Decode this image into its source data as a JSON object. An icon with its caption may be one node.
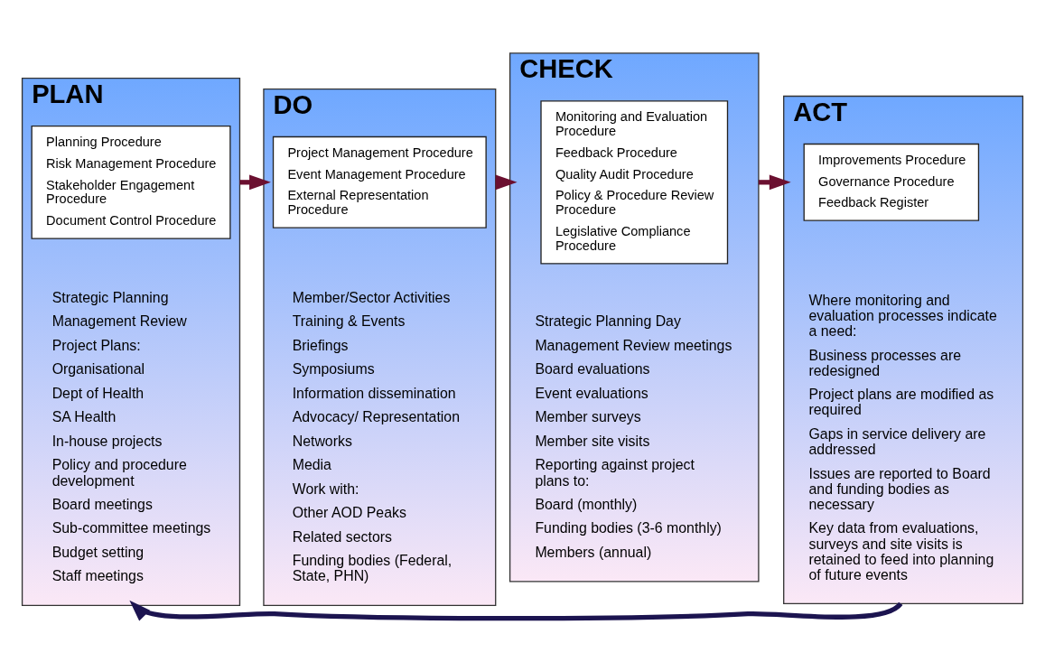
{
  "diagram": {
    "nodes": [
      {
        "text": [
          "PLAN",
          "Strategic Planning",
          "Management Review",
          "Project Plans:",
          "Organisational",
          "Dept of Health",
          "SA Health",
          "In-house projects",
          "Policy and procedure development",
          "Board meetings",
          "Sub-committee meetings",
          "Budget setting",
          "Staff meetings"
        ]
      },
      {
        "text": [
          "Planning Procedure",
          "Risk Management Procedure",
          "Stakeholder Engagement Procedure",
          "Document Control Procedure"
        ],
        "in": 0
      },
      {
        "text": [
          "DO",
          "Member/Sector Activities",
          "Training & Events",
          "Briefings",
          "Symposiums",
          "Information dissemination",
          "Advocacy/ Representation",
          "Networks",
          "Media",
          "Work with:",
          "Other AOD Peaks",
          "Related sectors",
          "Funding bodies (Federal, State, PHN)"
        ]
      },
      {
        "text": [
          "Project Management Procedure",
          "Event Management Procedure",
          "External Representation Procedure"
        ],
        "in": 2
      },
      {
        "text": [
          "CHECK",
          "Strategic Planning Day",
          "Management Review meetings",
          "Board evaluations",
          "Event evaluations",
          "Member surveys",
          "Member site visits",
          "Reporting against project plans to:",
          "Board (monthly)",
          "Funding bodies (3-6 monthly)",
          "Members (annual)"
        ]
      },
      {
        "text": [
          "Monitoring and Evaluation Procedure",
          "Feedback Procedure",
          "Quality Audit Procedure",
          "Policy & Procedure Review Procedure",
          "Legislative Compliance Procedure"
        ],
        "in": 4
      },
      {
        "text": [
          "ACT",
          "Where monitoring and evaluation processes indicate a need:",
          "Business processes are redesigned",
          "Project plans are modified as required",
          "Gaps in service delivery are addressed",
          "Issues are reported to Board and funding bodies as necessary",
          "Key data from evaluations, surveys and site visits is retained to feed into planning of future events"
        ]
      },
      {
        "text": [
          "Improvements Procedure",
          "Governance Procedure",
          "Feedback Register"
        ],
        "in": 6
      }
    ],
    "edges": [
      {
        "from": 0,
        "to": 2,
        "arrow": "to"
      },
      {
        "from": 2,
        "to": 4,
        "arrow": "to"
      },
      {
        "from": 4,
        "to": 6,
        "arrow": "to"
      },
      {
        "from": 6,
        "to": 0,
        "arrow": "to",
        "color": "#1c1450"
      }
    ]
  }
}
